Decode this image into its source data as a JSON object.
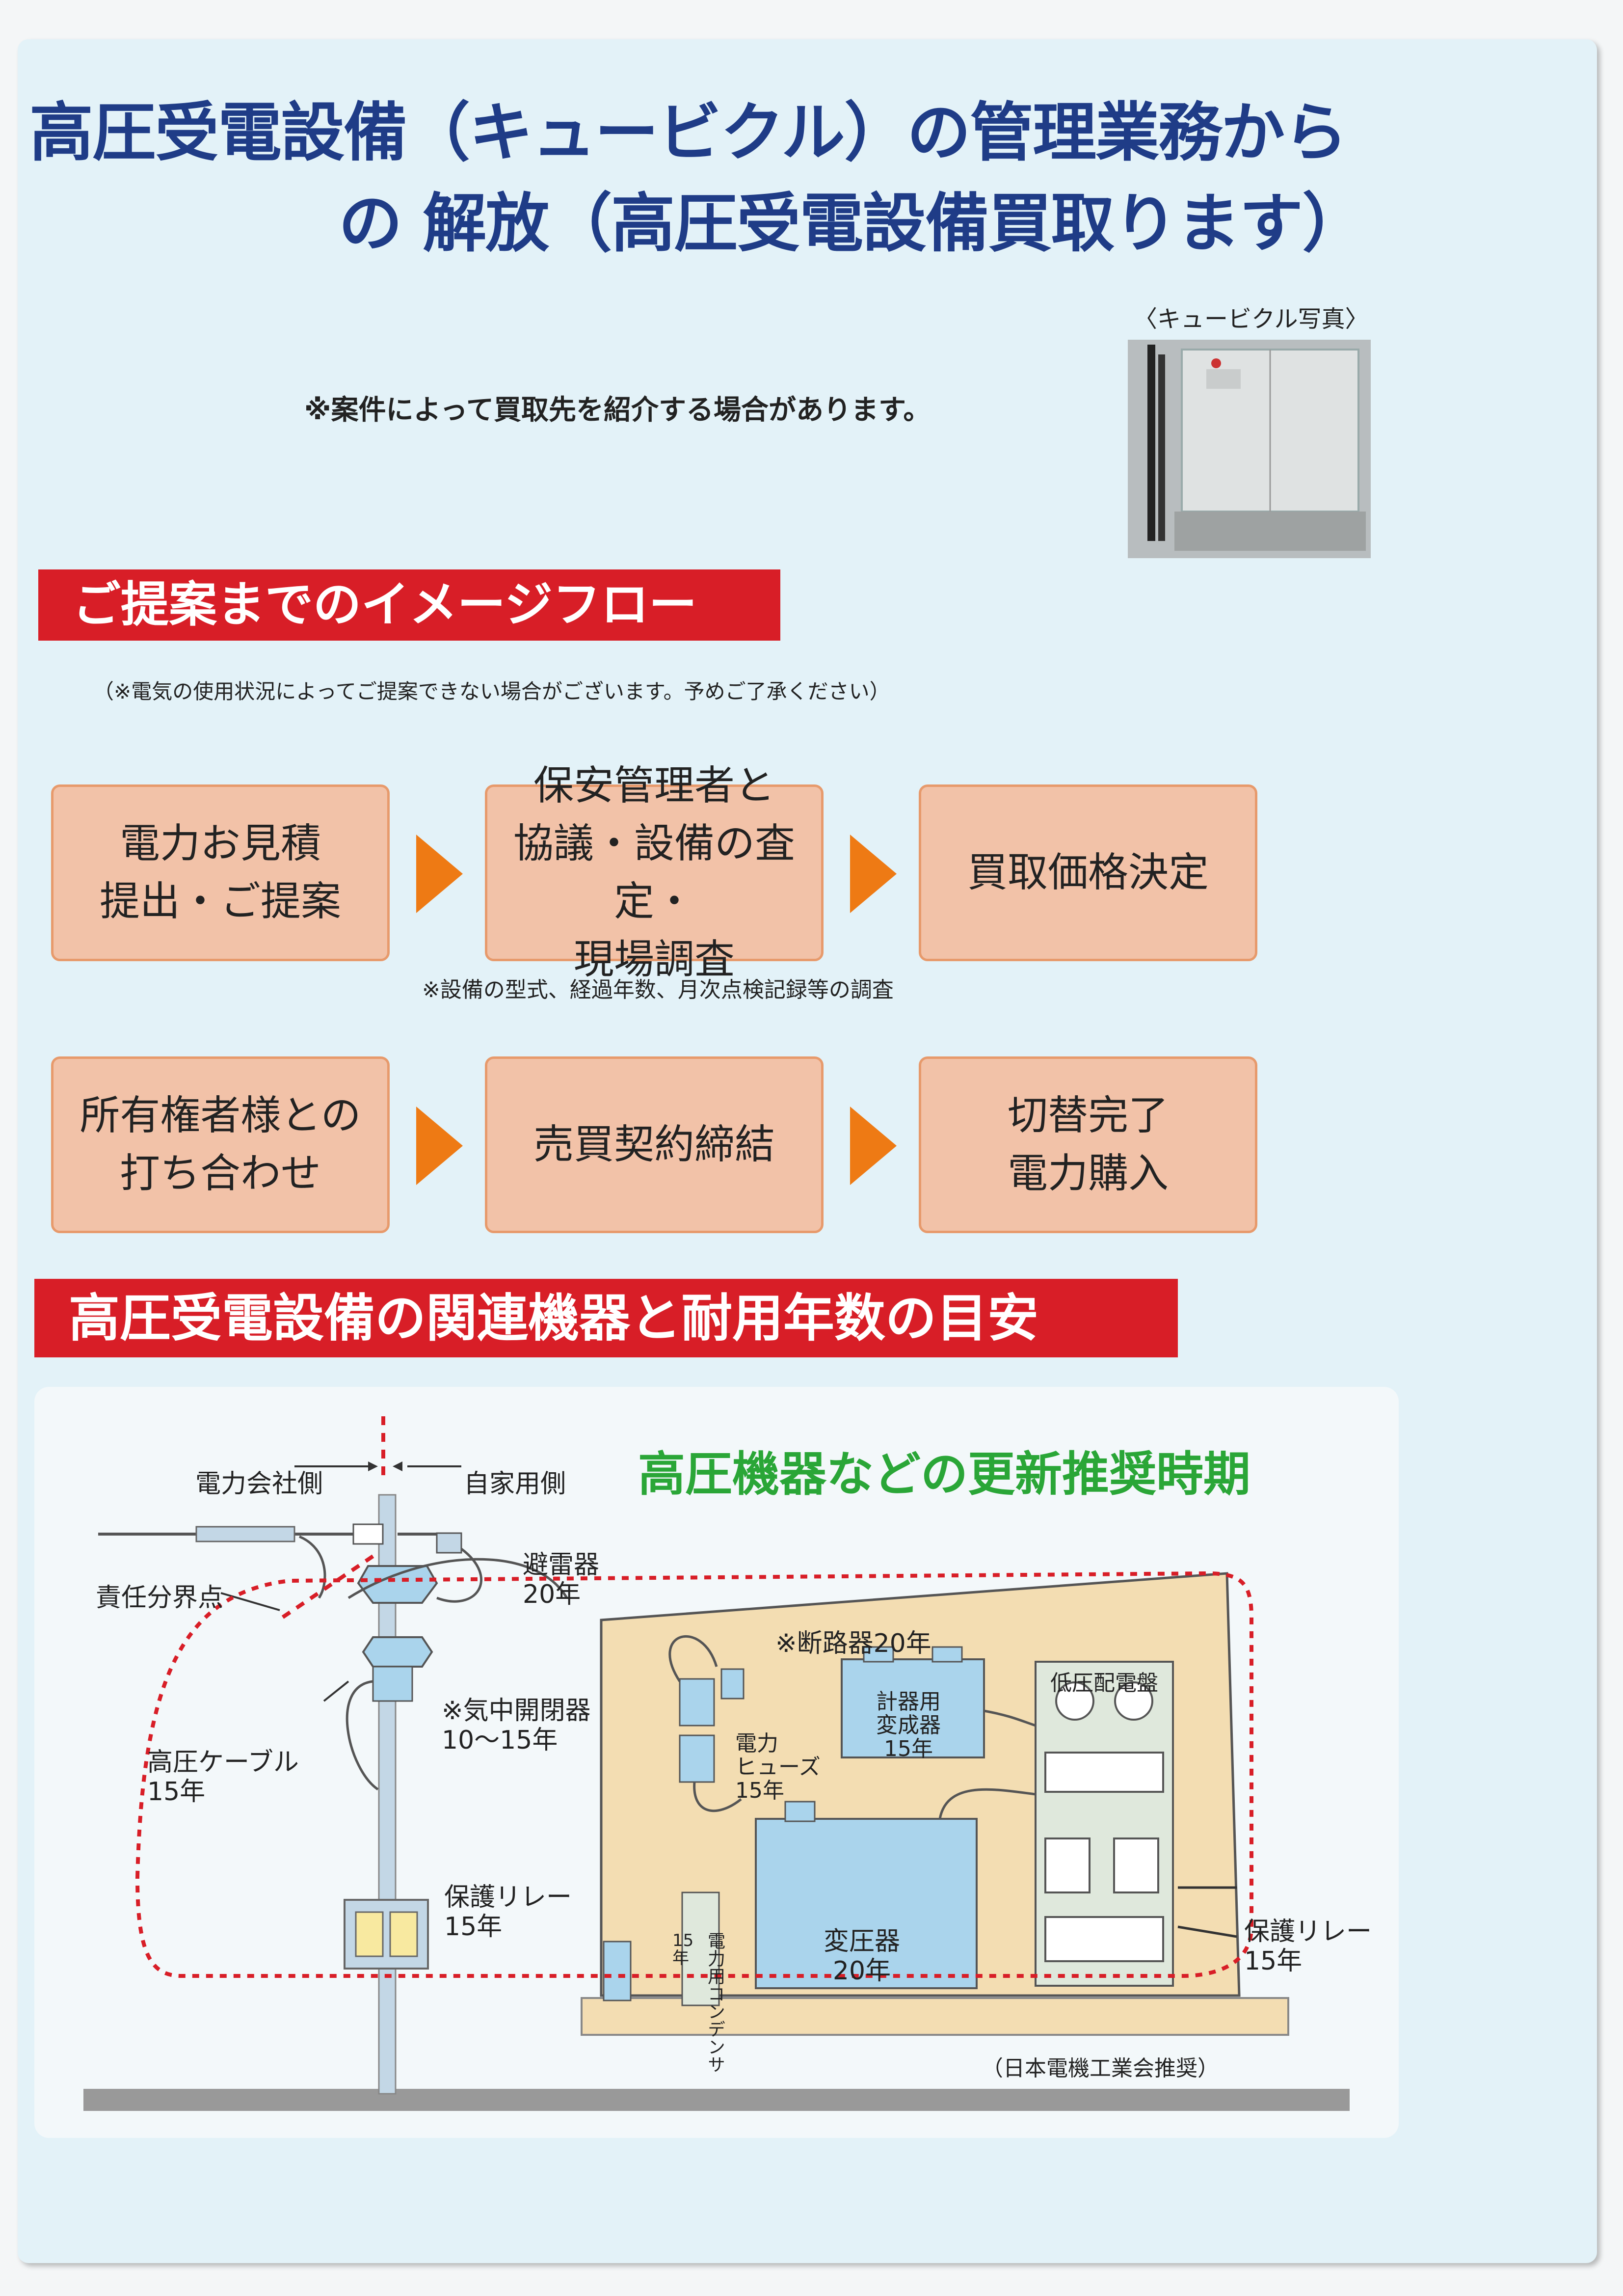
{
  "header": {
    "title_line1": "高圧受電設備（キュービクル）の管理業務から",
    "title_line2": "の 解放（高圧受電設備買取ります）",
    "note": "※案件によって買取先を紹介する場合があります。",
    "photo_caption": "〈キュービクル写真〉"
  },
  "flow": {
    "heading": "ご提案までのイメージフロー",
    "subnote": "（※電気の使用状況によってご提案できない場合がございます。予めご了承ください）",
    "row1": [
      {
        "label": "電力お見積\n提出・ご提案"
      },
      {
        "label": "保安管理者と\n協議・設備の査定・\n現場調査"
      },
      {
        "label": "買取価格決定"
      }
    ],
    "row1_note": "※設備の型式、経過年数、月次点検記録等の調査",
    "row2": [
      {
        "label": "所有権者様との\n打ち合わせ"
      },
      {
        "label": "売買契約締結"
      },
      {
        "label": "切替完了\n電力購入"
      }
    ],
    "arrow_color": "#ee7a14",
    "box_color": "#f2c2a8"
  },
  "equipment": {
    "heading": "高圧受電設備の関連機器と耐用年数の目安",
    "recommend_title": "高圧機器などの更新推奨時期",
    "labels": {
      "power_company_side": "電力会社側",
      "own_side": "自家用側",
      "boundary": "責任分界点",
      "arrester": "避雷器\n20年",
      "air_switch": "※気中開閉器\n10〜15年",
      "hv_cable": "高圧ケーブル\n15年",
      "relay_pole": "保護リレー\n15年",
      "breaker": "※断路器20年",
      "fuse": "電力\nヒューズ\n15年",
      "instrument_transformer": "計器用\n変成器\n15年",
      "lv_panel": "低圧配電盤",
      "condenser_years": "15\n年",
      "condenser": "電力用コンデンサ",
      "transformer": "変圧器\n20年",
      "relay_panel": "保護リレー\n15年",
      "source": "（日本電機工業会推奨）"
    },
    "colors": {
      "dotted": "#d81e27",
      "building": "#f3ddb2",
      "equipment": "#aad4ec"
    }
  }
}
